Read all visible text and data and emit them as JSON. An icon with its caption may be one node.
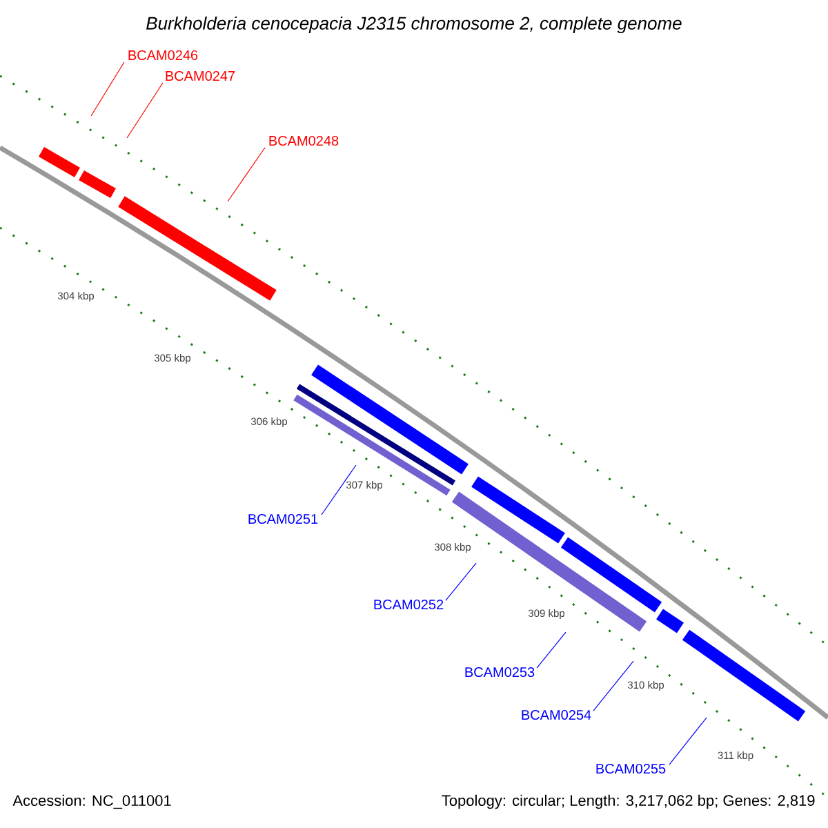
{
  "diagram": {
    "title": "Burkholderia cenocepacia J2315 chromosome 2, complete genome",
    "nodes": [
      {
        "text": [
          "BCAM0246"
        ]
      },
      {
        "text": [
          "BCAM0247"
        ]
      },
      {
        "text": [
          "BCAM0248"
        ]
      },
      {
        "text": [
          "BCAM0251"
        ]
      },
      {
        "text": [
          "BCAM0252"
        ]
      },
      {
        "text": [
          "BCAM0253"
        ]
      },
      {
        "text": [
          "BCAM0254"
        ]
      },
      {
        "text": [
          "BCAM0255"
        ]
      }
    ],
    "edges": [
      {
        "from": 0,
        "to": null,
        "arrow": "none",
        "color": "#ff0000"
      },
      {
        "from": 1,
        "to": null,
        "arrow": "none",
        "color": "#ff0000"
      },
      {
        "from": 2,
        "to": null,
        "arrow": "none",
        "color": "#ff0000"
      },
      {
        "from": 3,
        "to": null,
        "arrow": "none",
        "color": "#0000ff"
      },
      {
        "from": 4,
        "to": null,
        "arrow": "none",
        "color": "#0000ff"
      },
      {
        "from": 5,
        "to": null,
        "arrow": "none",
        "color": "#0000ff"
      },
      {
        "from": 6,
        "to": null,
        "arrow": "none",
        "color": "#0000ff"
      },
      {
        "from": 7,
        "to": null,
        "arrow": "none",
        "color": "#0000ff"
      }
    ],
    "labels": [
      "304 kbp",
      "305 kbp",
      "306 kbp",
      "307 kbp",
      "308 kbp",
      "309 kbp",
      "310 kbp",
      "311 kbp",
      "Accession: NC_011001",
      "Topology: circular; Length: 3,217,062 bp; Genes: 2,819"
    ]
  }
}
